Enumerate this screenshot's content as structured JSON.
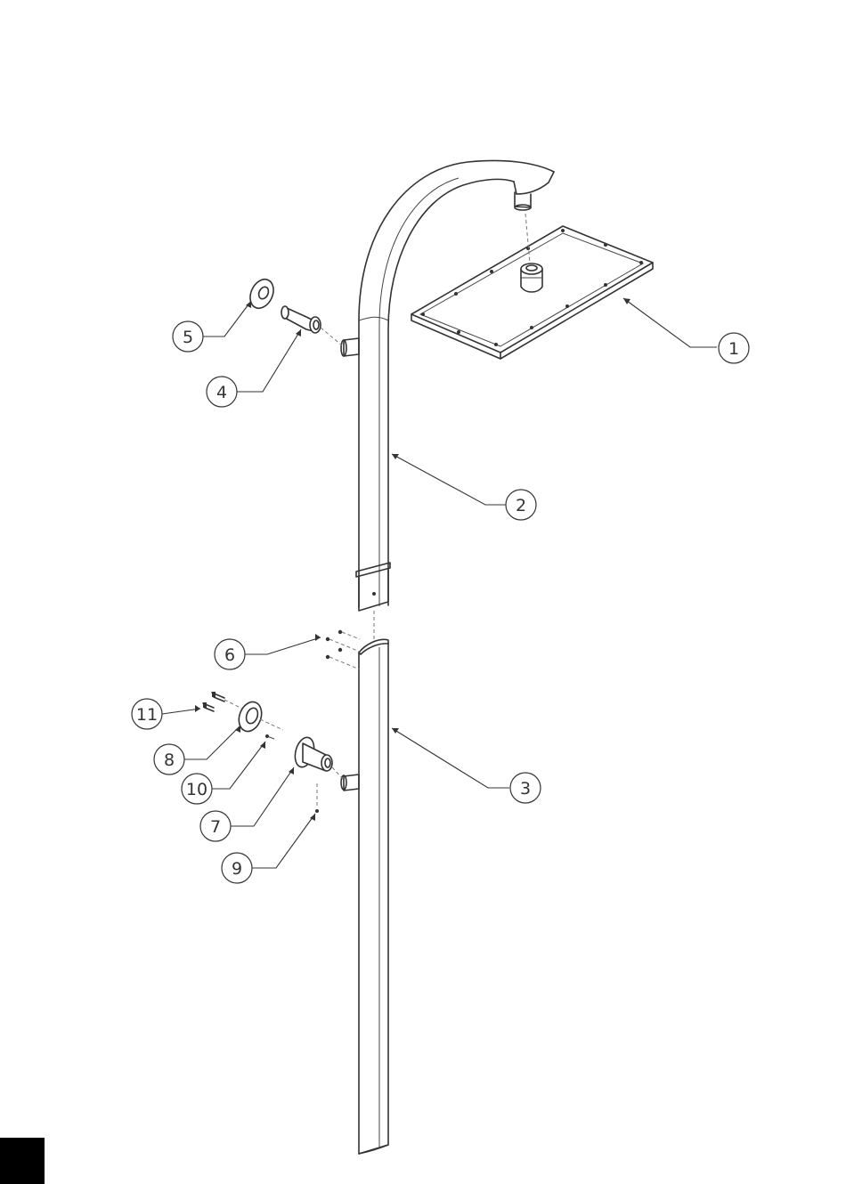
{
  "diagram": {
    "parts": [
      {
        "id": "1",
        "label": "1",
        "name": "rain-shower-head"
      },
      {
        "id": "2",
        "label": "2",
        "name": "curved-upper-column"
      },
      {
        "id": "3",
        "label": "3",
        "name": "lower-column"
      },
      {
        "id": "4",
        "label": "4",
        "name": "upper-inlet-pipe"
      },
      {
        "id": "5",
        "label": "5",
        "name": "upper-wall-rosette"
      },
      {
        "id": "6",
        "label": "6",
        "name": "connector-screws"
      },
      {
        "id": "7",
        "label": "7",
        "name": "lower-inlet-pipe"
      },
      {
        "id": "8",
        "label": "8",
        "name": "wall-bracket"
      },
      {
        "id": "9",
        "label": "9",
        "name": "grub-screw"
      },
      {
        "id": "10",
        "label": "10",
        "name": "bracket-screw"
      },
      {
        "id": "11",
        "label": "11",
        "name": "wall-plugs-and-screws"
      }
    ]
  },
  "colors": {
    "line": "#333333",
    "background": "#ffffff",
    "corner_block": "#000000"
  }
}
